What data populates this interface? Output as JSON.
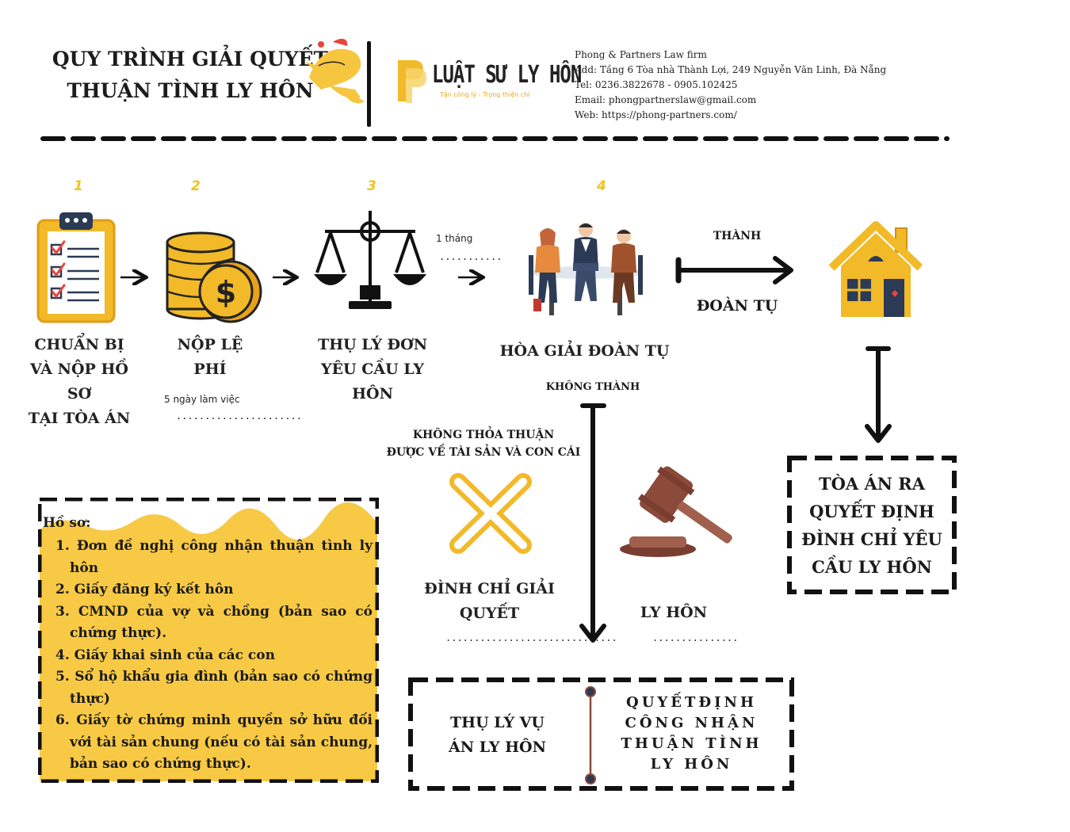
{
  "header": {
    "title_line1": "QUY TRÌNH GIẢI QUYẾT",
    "title_line2": "THUẬN TÌNH LY HÔN",
    "brand_name": "LUẬT SƯ LY HÔN",
    "brand_tagline": "Tận công lý - Trọng thiện chí",
    "firm": "Phong & Partners Law firm",
    "address": "Add: Tầng 6 Tòa nhà Thành Lợi, 249 Nguyễn Văn Linh, Đà Nẵng",
    "tel": "Tel: 0236.3822678 - 0905.102425",
    "email": "Email: phongpartnerslaw@gmail.com",
    "web": "Web: https://phong-partners.com/"
  },
  "steps": [
    {
      "num": "1",
      "icon": "clipboard-icon",
      "lines": [
        "CHUẨN BỊ",
        "VÀ NỘP HỒ",
        "SƠ",
        "TẠI TÒA ÁN"
      ]
    },
    {
      "num": "2",
      "icon": "coins-icon",
      "lines": [
        "NỘP LỆ",
        "PHÍ"
      ],
      "note": "5 ngày làm việc",
      "dots": "......................"
    },
    {
      "num": "3",
      "icon": "scales-icon",
      "lines": [
        "THỤ LÝ ĐƠN",
        "YÊU CẦU LY",
        "HÔN"
      ]
    },
    {
      "num": "4",
      "icon": "meeting-icon",
      "lines": [
        "HÒA GIẢI ĐOÀN TỤ"
      ]
    }
  ],
  "arrows": {
    "step3_note": "1 tháng",
    "step3_dots": "...........",
    "success_top": "THÀNH",
    "success_bottom": "ĐOÀN TỤ",
    "fail": "KHÔNG THÀNH"
  },
  "no_agreement": {
    "line1": "KHÔNG THỎA THUẬN",
    "line2": "ĐƯỢC VỀ TÀI SẢN VÀ CON CÁI"
  },
  "outcomes": {
    "stop": {
      "lines": [
        "ĐÌNH CHỈ GIẢI",
        "QUYẾT"
      ],
      "dots": "..............................",
      "icon": "x-mark-icon"
    },
    "divorce": {
      "lines": [
        "LY HÔN"
      ],
      "dots": "...............",
      "icon": "gavel-icon"
    },
    "court_decision": [
      "TÒA ÁN RA",
      "QUYẾT ĐỊNH",
      "ĐÌNH CHỈ YÊU",
      "CẦU LY HÔN"
    ],
    "final_left": [
      "THỤ LÝ VỤ",
      "ÁN LY HÔN"
    ],
    "final_right": [
      "QUYẾTĐỊNH",
      "CÔNG NHẬN",
      "THUẬN TÌNH",
      "LY HÔN"
    ]
  },
  "hoso": {
    "title": "Hồ sơ:",
    "items": [
      "1. Đơn đề nghị công nhận thuận tình ly hôn",
      "2. Giấy đăng ký kết hôn",
      "3. CMND của vợ và chồng (bản sao có chứng thực).",
      "4. Giấy khai sinh của các con",
      "5. Sổ hộ khẩu gia đình (bản sao có chứng thực)",
      "6. Giấy tờ chứng minh quyền sở hữu đối với tài sản chung (nếu có tài sản chung, bản sao có chứng thực)."
    ]
  },
  "colors": {
    "accent": "#f7c945",
    "dark": "#111111",
    "gavel": "#8b4a3a",
    "coin": "#f2b928"
  }
}
